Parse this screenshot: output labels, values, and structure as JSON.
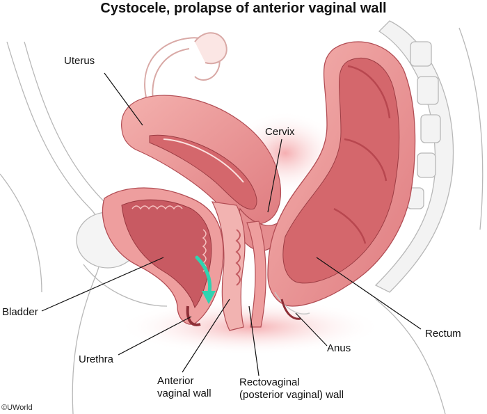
{
  "title": "Cystocele, prolapse of anterior vaginal wall",
  "labels": {
    "uterus": "Uterus",
    "cervix": "Cervix",
    "bladder": "Bladder",
    "urethra": "Urethra",
    "anterior_vaginal_wall_line1": "Anterior",
    "anterior_vaginal_wall_line2": "vaginal wall",
    "rectovaginal_wall_line1": "Rectovaginal",
    "rectovaginal_wall_line2": "(posterior vaginal) wall",
    "anus": "Anus",
    "rectum": "Rectum"
  },
  "copyright": "©UWorld",
  "colors": {
    "tissue": "#e98b8b",
    "tissue_dark": "#c2545a",
    "tissue_light": "#f6c3c0",
    "lumen": "#d86c70",
    "bone_outline": "#b8b8b8",
    "arrow": "#2fd3b0",
    "leader_line": "#111111"
  }
}
